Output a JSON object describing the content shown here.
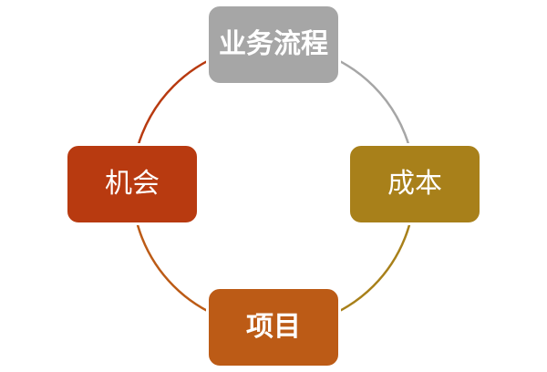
{
  "background": "#ffffff",
  "diagram": {
    "type": "cycle",
    "direction": "clockwise",
    "text_color": "#ffffff",
    "node_outline_color": "#ffffff",
    "nodes": [
      {
        "id": "business-process",
        "label": "业务流程",
        "fill": "#a6a6a6",
        "weight": "bold",
        "position": "top"
      },
      {
        "id": "cost",
        "label": "成本",
        "fill": "#a8801a",
        "weight": "normal",
        "position": "right"
      },
      {
        "id": "project",
        "label": "项目",
        "fill": "#bc5b16",
        "weight": "bold",
        "position": "bottom"
      },
      {
        "id": "opportunity",
        "label": "机会",
        "fill": "#b83a10",
        "weight": "normal",
        "position": "left"
      }
    ],
    "arcs": [
      {
        "from": "业务流程",
        "to": "成本",
        "color": "#a6a6a6"
      },
      {
        "from": "成本",
        "to": "项目",
        "color": "#a8801a"
      },
      {
        "from": "项目",
        "to": "机会",
        "color": "#bc5b16"
      },
      {
        "from": "机会",
        "to": "业务流程",
        "color": "#b83a10"
      }
    ]
  }
}
